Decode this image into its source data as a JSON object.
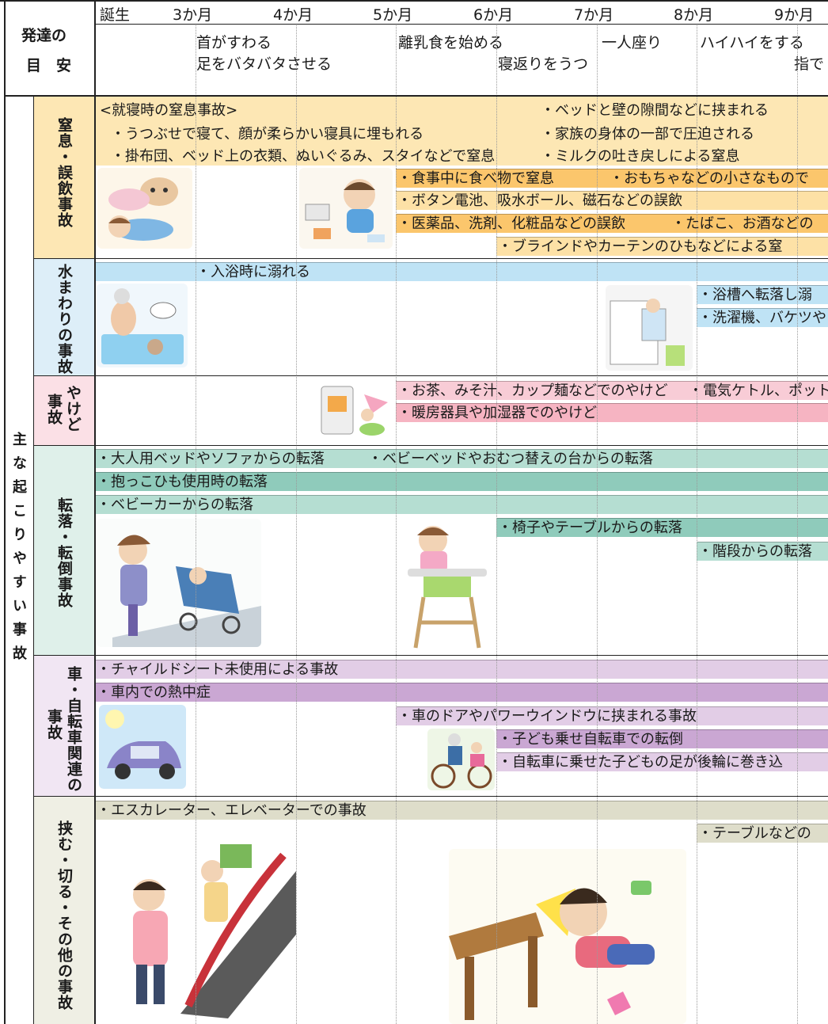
{
  "header": {
    "guide_line1": "発達の",
    "guide_line2": "目　安",
    "ages": [
      "誕生",
      "3か月",
      "4か月",
      "5か月",
      "6か月",
      "7か月",
      "8か月",
      "9か月"
    ],
    "milestones": {
      "neck": "首がすわる",
      "kick": "足をバタバタさせる",
      "weaning": "離乳食を始める",
      "rollover": "寝返りをうつ",
      "sit": "一人座り",
      "crawl": "ハイハイをする",
      "finger": "指で"
    }
  },
  "left_label": "主な起こりやすい事故",
  "colors": {
    "suffocation_bg": "#fde7b4",
    "suffocation_bar": "#fbc66c",
    "water_bar": "#bfe3f5",
    "burn_bar": "#f6b4c2",
    "fall_bar1": "#b5ded2",
    "fall_bar2": "#8fcbbb",
    "car_bar1": "#e2cde6",
    "car_bar2": "#caa7d3",
    "other_bar": "#deddca"
  },
  "sections": {
    "suffocation": {
      "label": "窒息・誤飲事故",
      "sleep_title": "<就寝時の窒息事故>",
      "item1": "・うつぶせで寝て、顔が柔らかい寝具に埋もれる",
      "item2": "・掛布団、ベッド上の衣類、ぬいぐるみ、スタイなどで窒息",
      "item3": "・ベッドと壁の隙間などに挟まれる",
      "item4": "・家族の身体の一部で圧迫される",
      "item5": "・ミルクの吐き戻しによる窒息",
      "food": "・食事中に食べ物で窒息",
      "toys": "・おもちゃなどの小さなもので",
      "battery": "・ボタン電池、吸水ボール、磁石などの誤飲",
      "medicine": "・医薬品、洗剤、化粧品などの誤飲",
      "tobacco": "・たばこ、お酒などの",
      "blind": "・ブラインドやカーテンのひもなどによる窒"
    },
    "water": {
      "label": "水まわりの事故",
      "bath": "・入浴時に溺れる",
      "tub": "・浴槽へ転落し溺",
      "washer": "・洗濯機、バケツや"
    },
    "burn": {
      "label_a": "やけど",
      "label_b": "事故",
      "tea": "・お茶、みそ汁、カップ麺などでのやけど",
      "kettle": "・電気ケトル、ポット",
      "heater": "・暖房器具や加湿器でのやけど"
    },
    "fall": {
      "label": "転落・転倒事故",
      "bed": "・大人用ベッドやソファからの転落",
      "babybed": "・ベビーベッドやおむつ替えの台からの転落",
      "carrier": "・抱っこひも使用時の転落",
      "stroller": "・ベビーカーからの転落",
      "chair": "・椅子やテーブルからの転落",
      "stairs": "・階段からの転落"
    },
    "car": {
      "label_a": "車・自転車関連の",
      "label_b": "事故",
      "seat": "・チャイルドシート未使用による事故",
      "heat": "・車内での熱中症",
      "door": "・車のドアやパワーウインドウに挟まれる事故",
      "bike_fall": "・子ども乗せ自転車での転倒",
      "bike_wheel": "・自転車に乗せた子どもの足が後輪に巻き込"
    },
    "other": {
      "label": "挟む・切る・その他の事故",
      "escalator": "・エスカレーター、エレベーターでの事故",
      "table": "・テーブルなどの"
    }
  }
}
